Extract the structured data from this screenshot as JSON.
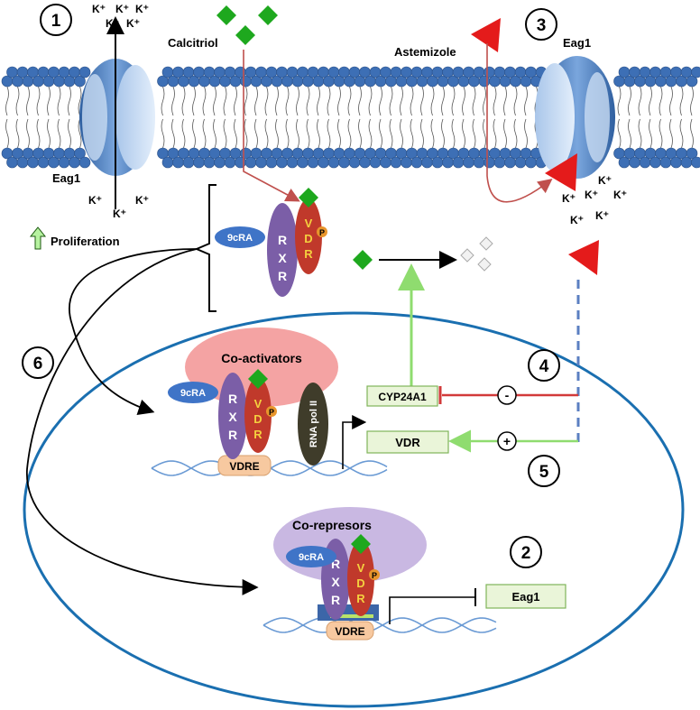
{
  "steps": {
    "s1": "1",
    "s2": "2",
    "s3": "3",
    "s4": "4",
    "s5": "5",
    "s6": "6"
  },
  "ions": {
    "k": "K⁺"
  },
  "labels": {
    "calcitriol": "Calcitriol",
    "astemizole": "Astemizole",
    "eag1_left": "Eag1",
    "eag1_right": "Eag1",
    "proliferation": "Proliferation",
    "coactivators": "Co-activators",
    "corepresors": "Co-represors",
    "nine_cra": "9cRA",
    "rxr": [
      "R",
      "X",
      "R"
    ],
    "vdr": [
      "V",
      "D",
      "R"
    ],
    "phospho": "P",
    "vdre": "VDRE",
    "rna_pol": "RNA pol II",
    "cyp24a1": "CYP24A1",
    "vdr_box": "VDR",
    "eag1_box": "Eag1",
    "minus": "-",
    "plus": "+"
  },
  "colors": {
    "membrane_head": "#3d6fb5",
    "channel": "#5f8fd0",
    "nucleus": "#1a6fb0",
    "rxr": "#7b5ea7",
    "vdr": "#c0392b",
    "vdr_text": "#f4d03f",
    "nine_cra": "#3f74c7",
    "diamond": "#1ea81e",
    "astemizole": "#e41b1b",
    "arrow_red": "#c0504d",
    "arrow_green": "#8fdc6f",
    "box_fill": "#eaf5d9",
    "box_stroke": "#7fb35a",
    "coactivator": "#f4a3a3",
    "corepressor": "#c9b8e2",
    "vdre": "#f7c9a0",
    "dna": "#6a9ad4"
  }
}
